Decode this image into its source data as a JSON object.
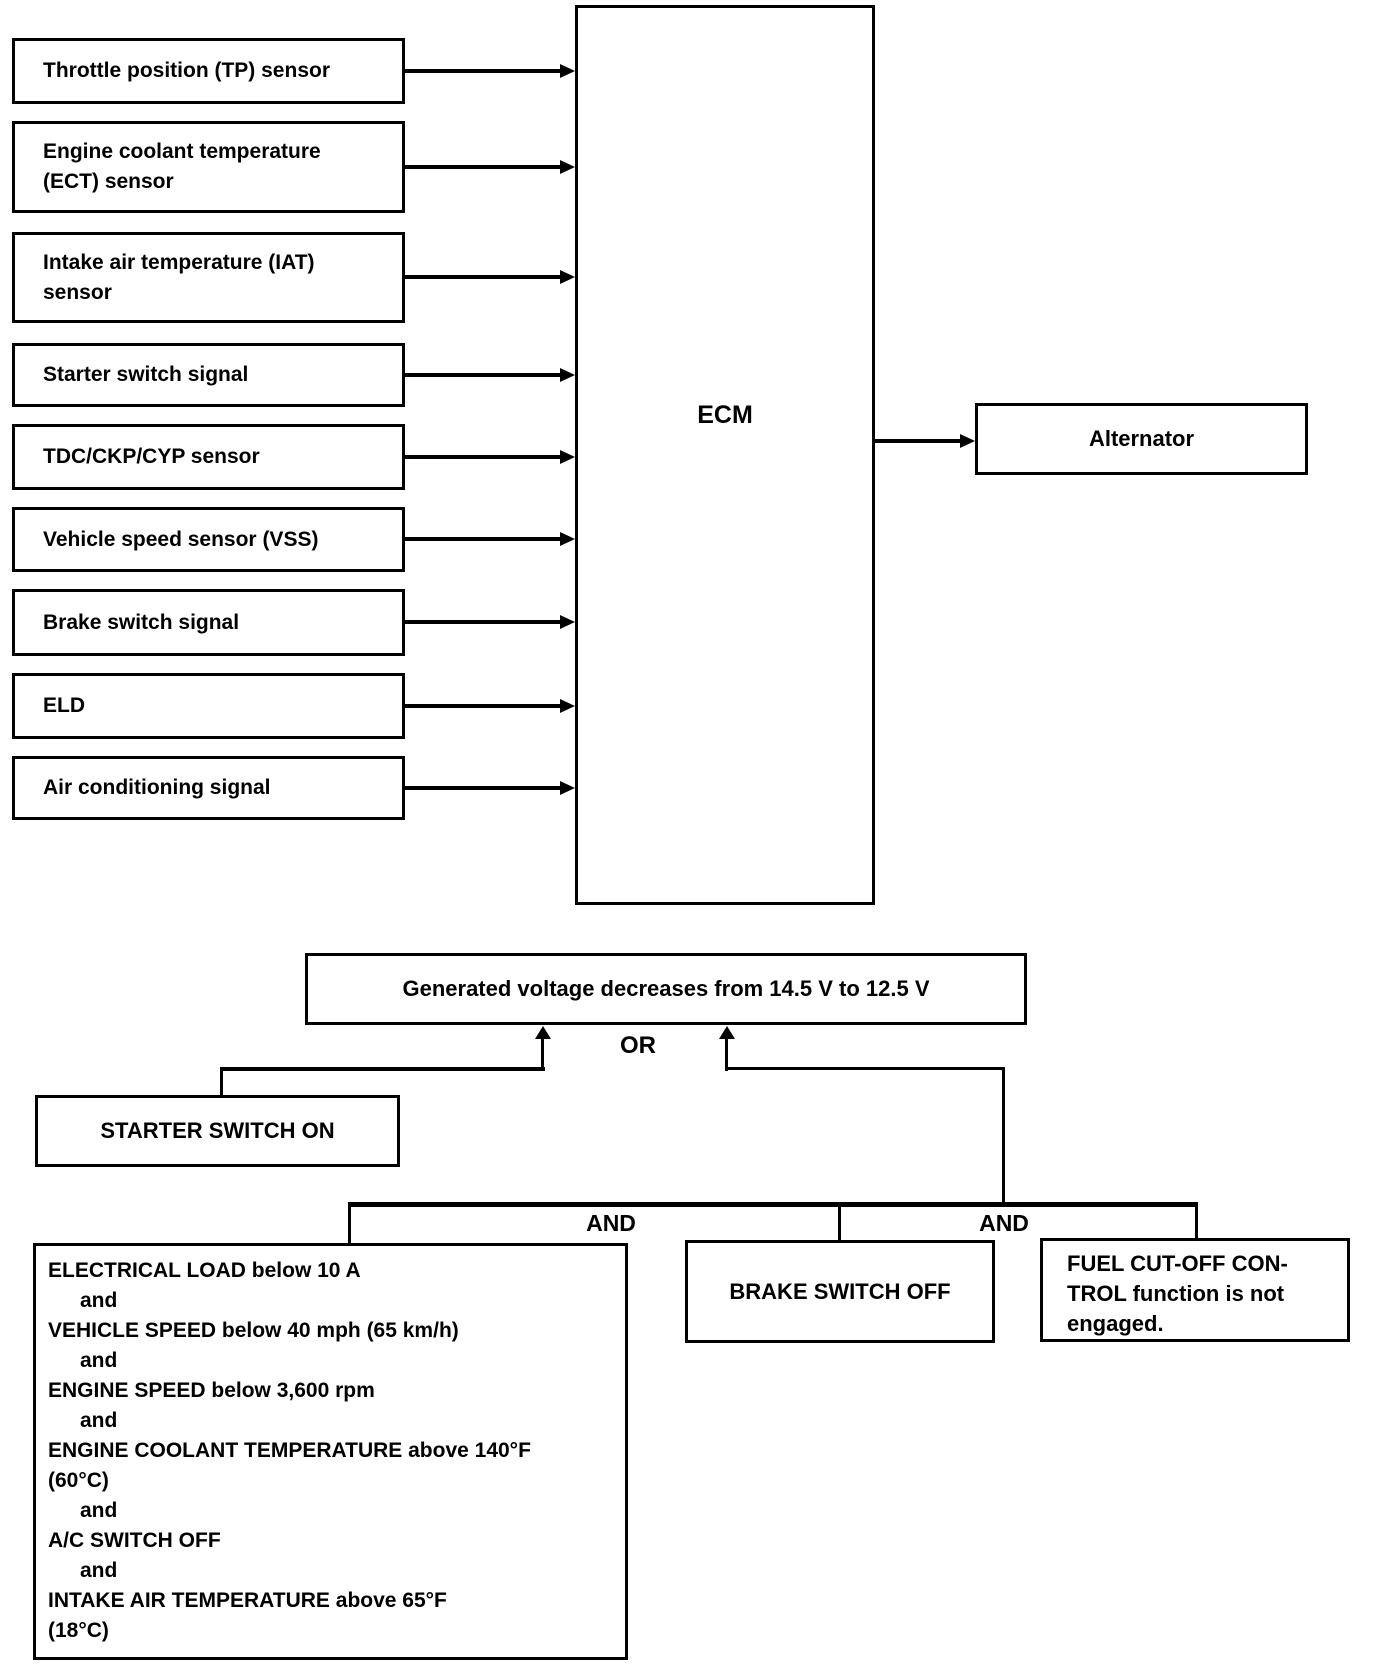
{
  "diagram": {
    "inputs": [
      {
        "lines": [
          "Throttle position (TP) sensor"
        ]
      },
      {
        "lines": [
          "Engine coolant temperature",
          "(ECT) sensor"
        ]
      },
      {
        "lines": [
          "Intake air temperature (IAT)",
          "sensor"
        ]
      },
      {
        "lines": [
          "Starter switch signal"
        ]
      },
      {
        "lines": [
          "TDC/CKP/CYP sensor"
        ]
      },
      {
        "lines": [
          "Vehicle speed sensor (VSS)"
        ]
      },
      {
        "lines": [
          "Brake switch signal"
        ]
      },
      {
        "lines": [
          "ELD"
        ]
      },
      {
        "lines": [
          "Air conditioning signal"
        ]
      }
    ],
    "ecm": {
      "label": "ECM"
    },
    "alternator": {
      "label": "Alternator"
    },
    "voltage_box": {
      "label": "Generated voltage decreases from 14.5 V to 12.5 V"
    },
    "or_label": "OR",
    "and_left": "AND",
    "and_right": "AND",
    "starter_box": {
      "label": "STARTER SWITCH ON"
    },
    "conditions_box": {
      "lines": [
        "ELECTRICAL LOAD below 10 A",
        "and",
        "VEHICLE SPEED below 40 mph (65 km/h)",
        "and",
        "ENGINE SPEED below 3,600 rpm",
        "and",
        "ENGINE COOLANT TEMPERATURE above 140°F",
        "(60°C)",
        "and",
        "A/C SWITCH OFF",
        "and",
        "INTAKE AIR TEMPERATURE above 65°F",
        "(18°C)"
      ]
    },
    "brake_box": {
      "label": "BRAKE SWITCH OFF"
    },
    "fuel_box": {
      "lines": [
        "FUEL CUT-OFF CON-",
        "TROL function is not",
        "engaged."
      ]
    },
    "colors": {
      "ink": "#000000",
      "paper": "#ffffff"
    }
  }
}
